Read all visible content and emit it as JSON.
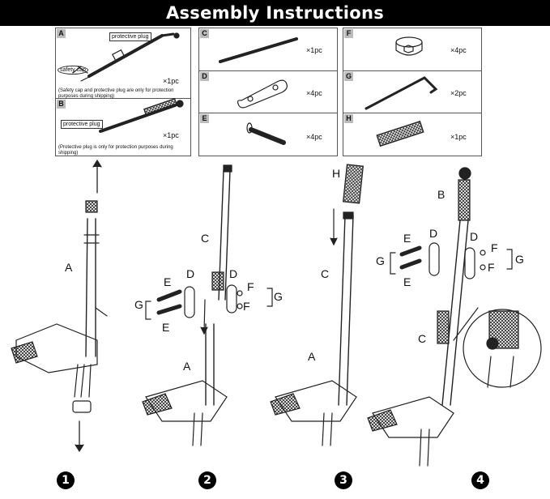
{
  "title": "Assembly Instructions",
  "parts": {
    "A": {
      "letter": "A",
      "qty": "×1pc",
      "callout_plug": "protective plug",
      "callout_cap": "safety cap",
      "note": "(Safety cap and protective plug are only for protection purposes during shipping)"
    },
    "B": {
      "letter": "B",
      "qty": "×1pc",
      "callout_plug": "protective plug",
      "note": "(Protective plug is only for protection purposes during shipping)"
    },
    "C": {
      "letter": "C",
      "qty": "×1pc"
    },
    "D": {
      "letter": "D",
      "qty": "×4pc"
    },
    "E": {
      "letter": "E",
      "qty": "×4pc"
    },
    "F": {
      "letter": "F",
      "qty": "×4pc"
    },
    "G": {
      "letter": "G",
      "qty": "×2pc"
    },
    "H": {
      "letter": "H",
      "qty": "×1pc"
    }
  },
  "steps": [
    "1",
    "2",
    "3",
    "4"
  ],
  "labels": {
    "s1": {
      "A": "A"
    },
    "s2": {
      "C": "C",
      "E1": "E",
      "E2": "E",
      "D1": "D",
      "D2": "D",
      "F1": "F",
      "F2": "F",
      "G1": "G",
      "G2": "G",
      "A": "A"
    },
    "s3": {
      "H": "H",
      "C": "C",
      "A": "A"
    },
    "s4": {
      "B": "B",
      "E1": "E",
      "E2": "E",
      "D1": "D",
      "D2": "D",
      "F1": "F",
      "F2": "F",
      "G1": "G",
      "G2": "G",
      "C": "C"
    }
  }
}
